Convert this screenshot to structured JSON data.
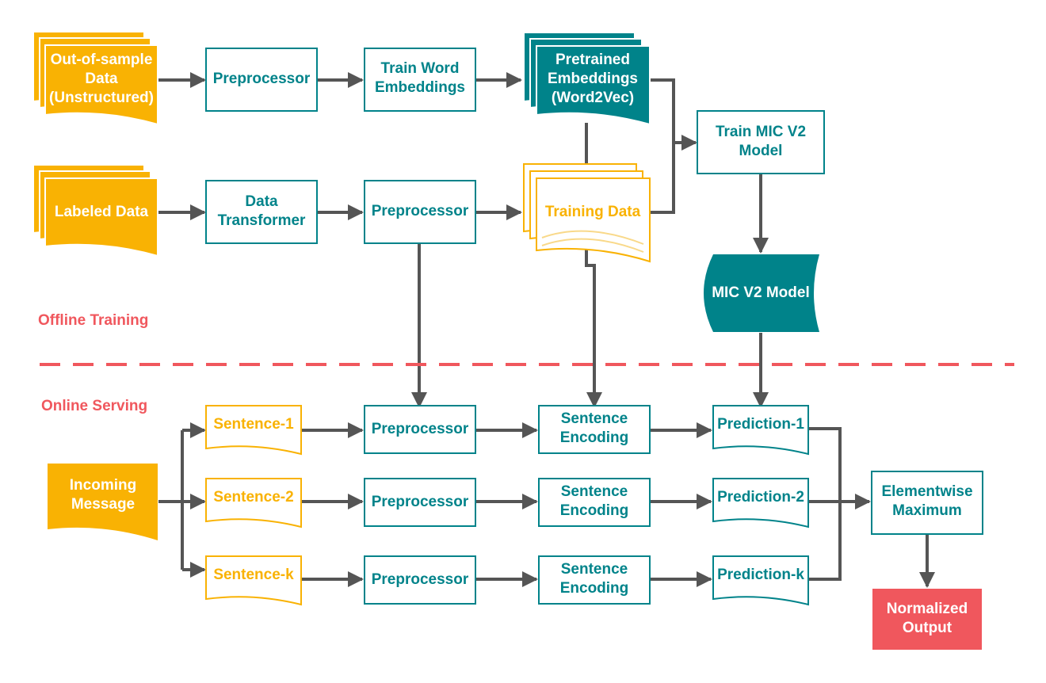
{
  "section_labels": {
    "offline": "Offline Training",
    "online": "Online Serving"
  },
  "nodes": {
    "oos_data": [
      "Out-of-sample",
      "Data",
      "(Unstructured)"
    ],
    "preprocessor_top": [
      "Preprocessor"
    ],
    "train_word_embeddings": [
      "Train Word",
      "Embeddings"
    ],
    "pretrained_embeddings": [
      "Pretrained",
      "Embeddings",
      "(Word2Vec)"
    ],
    "train_mic_model": [
      "Train MIC V2",
      "Model"
    ],
    "labeled_data": [
      "Labeled Data"
    ],
    "data_transformer": [
      "Data",
      "Transformer"
    ],
    "preprocessor_mid": [
      "Preprocessor"
    ],
    "training_data": [
      "Training Data"
    ],
    "mic_model": [
      "MIC V2 Model"
    ],
    "incoming_message": [
      "Incoming",
      "Message"
    ],
    "sentence_1": [
      "Sentence-1"
    ],
    "sentence_2": [
      "Sentence-2"
    ],
    "sentence_k": [
      "Sentence-k"
    ],
    "preprocessor_1": [
      "Preprocessor"
    ],
    "preprocessor_2": [
      "Preprocessor"
    ],
    "preprocessor_k": [
      "Preprocessor"
    ],
    "sentence_encoding_1": [
      "Sentence",
      "Encoding"
    ],
    "sentence_encoding_2": [
      "Sentence",
      "Encoding"
    ],
    "sentence_encoding_k": [
      "Sentence",
      "Encoding"
    ],
    "prediction_1": [
      "Prediction-1"
    ],
    "prediction_2": [
      "Prediction-2"
    ],
    "prediction_k": [
      "Prediction-k"
    ],
    "elementwise_max": [
      "Elementwise",
      "Maximum"
    ],
    "normalized_output": [
      "Normalized",
      "Output"
    ]
  },
  "colors": {
    "teal": "#00838a",
    "gold": "#f9b203",
    "red": "#f0575d",
    "edge": "#555555"
  }
}
